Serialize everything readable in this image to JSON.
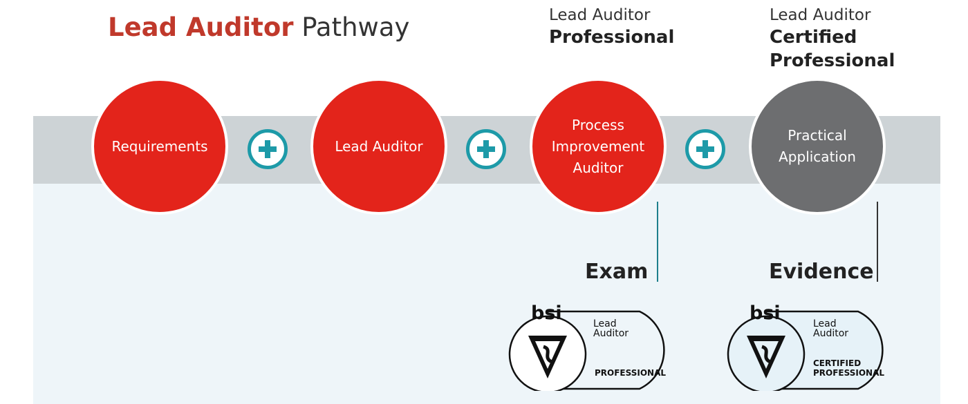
{
  "title": {
    "accent": "Lead Auditor",
    "rest": " Pathway"
  },
  "headers": {
    "professional": {
      "light": "Lead Auditor",
      "bold": "Professional"
    },
    "certified": {
      "light": "Lead Auditor",
      "bold_line1": "Certified",
      "bold_line2": "Professional"
    }
  },
  "steps": [
    {
      "lines": [
        "Requirements"
      ]
    },
    {
      "lines": [
        "Lead Auditor"
      ]
    },
    {
      "lines": [
        "Process",
        "Improvement",
        "Auditor"
      ]
    },
    {
      "lines": [
        "Practical",
        "Application"
      ]
    }
  ],
  "labels": {
    "exam": "Exam",
    "evidence": "Evidence"
  },
  "badges": {
    "professional": {
      "brand": "bsi",
      "line1": "Lead",
      "line2": "Auditor",
      "level": "PROFESSIONAL"
    },
    "certified": {
      "brand": "bsi",
      "line1": "Lead",
      "line2": "Auditor",
      "level1": "CERTIFIED",
      "level2": "PROFESSIONAL"
    }
  },
  "colors": {
    "red": "#e3241b",
    "grey": "#6d6e70",
    "teal": "#1d9aa8",
    "band": "#cdd3d6",
    "panel": "#eef5f9",
    "title_red": "#c0392b"
  }
}
